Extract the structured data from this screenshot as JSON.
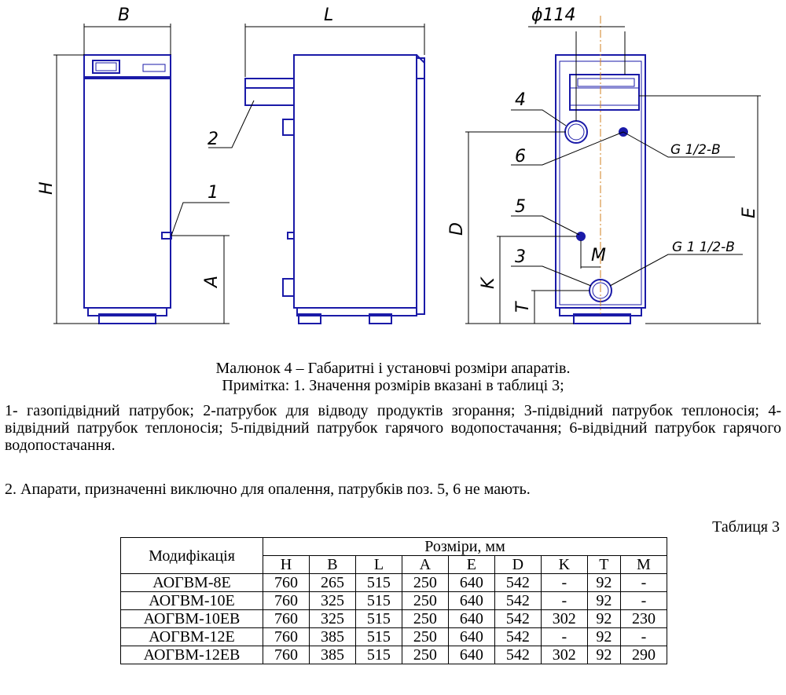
{
  "drawing": {
    "labels": {
      "B": "B",
      "L": "L",
      "phi": "ϕ114",
      "H": "H",
      "A": "A",
      "D": "D",
      "K": "K",
      "T": "T",
      "E": "E",
      "M": "M",
      "p1": "1",
      "p2": "2",
      "p3": "3",
      "p4": "4",
      "p5": "5",
      "p6": "6",
      "g_small": "G 1/2-B",
      "g_big": "G 1 1/2-B"
    }
  },
  "caption": {
    "title": "Малюнок 4 – Габаритні і установчі розміри апаратів.",
    "note_heading": "Примітка: 1. Значення розмірів вказані в таблиці 3;",
    "note_body": "1- газопідвідний патрубок; 2-патрубок для відводу продуктів згорання; 3-підвідний патрубок теплоносія; 4-відвідний патрубок теплоносія; 5-підвідний патрубок гарячого водопостачання; 6-відвідний патрубок гарячого водопостачання.",
    "note2": "2. Апарати, призначенні виключно для опалення, патрубків поз. 5, 6 не мають."
  },
  "table": {
    "title": "Таблиця 3",
    "col_mod": "Модифікація",
    "col_group": "Розміри, мм",
    "headers": [
      "H",
      "B",
      "L",
      "A",
      "E",
      "D",
      "K",
      "T",
      "M"
    ],
    "rows": [
      [
        "АОГВМ-8Е",
        "760",
        "265",
        "515",
        "250",
        "640",
        "542",
        "-",
        "92",
        "-"
      ],
      [
        "АОГВМ-10Е",
        "760",
        "325",
        "515",
        "250",
        "640",
        "542",
        "-",
        "92",
        "-"
      ],
      [
        "АОГВМ-10ЕВ",
        "760",
        "325",
        "515",
        "250",
        "640",
        "542",
        "302",
        "92",
        "230"
      ],
      [
        "АОГВМ-12Е",
        "760",
        "385",
        "515",
        "250",
        "640",
        "542",
        "-",
        "92",
        "-"
      ],
      [
        "АОГВМ-12ЕВ",
        "760",
        "385",
        "515",
        "250",
        "640",
        "542",
        "302",
        "92",
        "290"
      ]
    ]
  },
  "colors": {
    "outline": "#1a1aa8",
    "dimension": "#000000",
    "axis": "#d08020"
  }
}
